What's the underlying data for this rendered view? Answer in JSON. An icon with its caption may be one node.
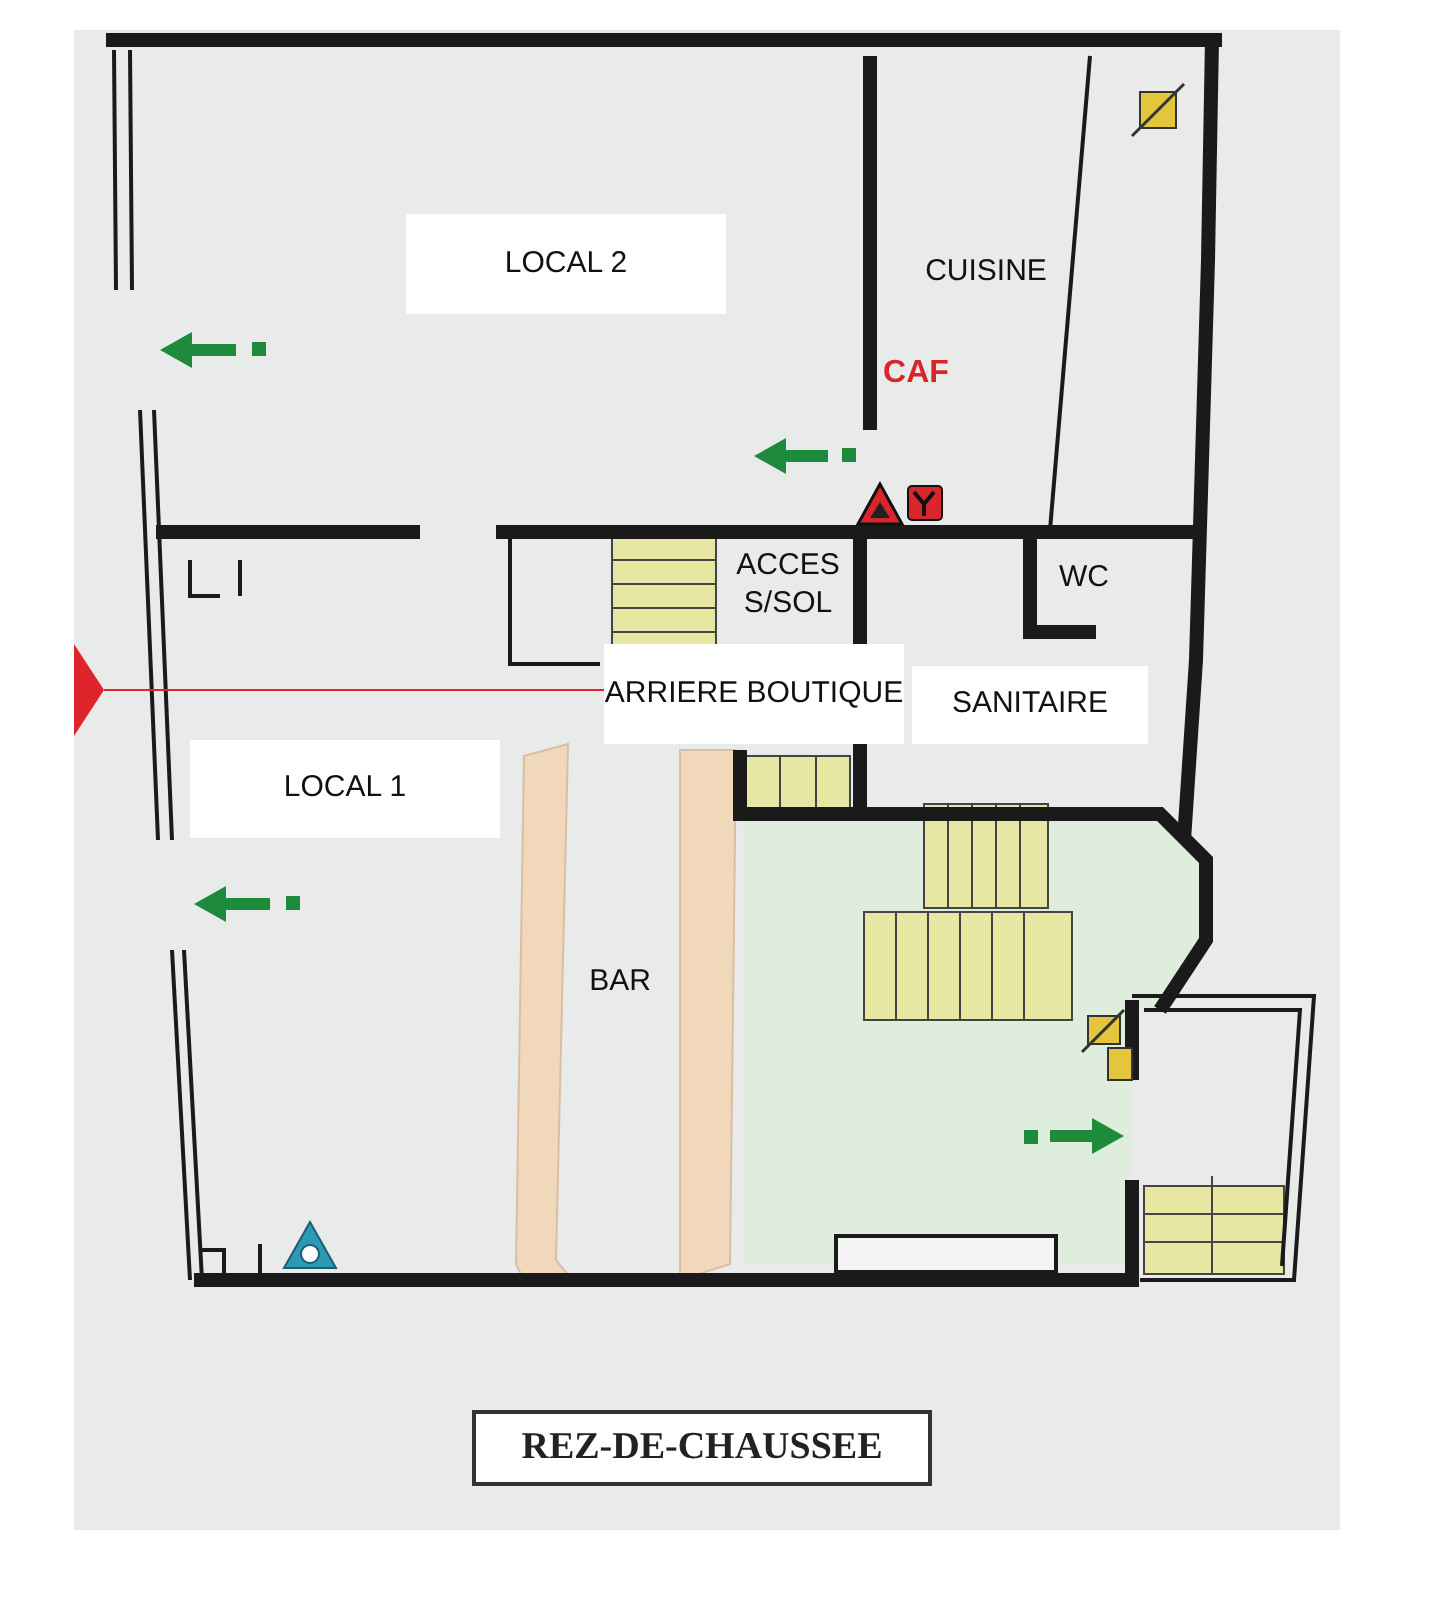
{
  "diagram": {
    "title": "REZ-DE-CHAUSSEE",
    "labels": [
      "LOCAL 2",
      "CUISINE",
      "CAF",
      "ACCES S/SOL",
      "WC",
      "ARRIERE BOUTIQUE",
      "SANITAIRE",
      "LOCAL 1",
      "BAR"
    ]
  }
}
